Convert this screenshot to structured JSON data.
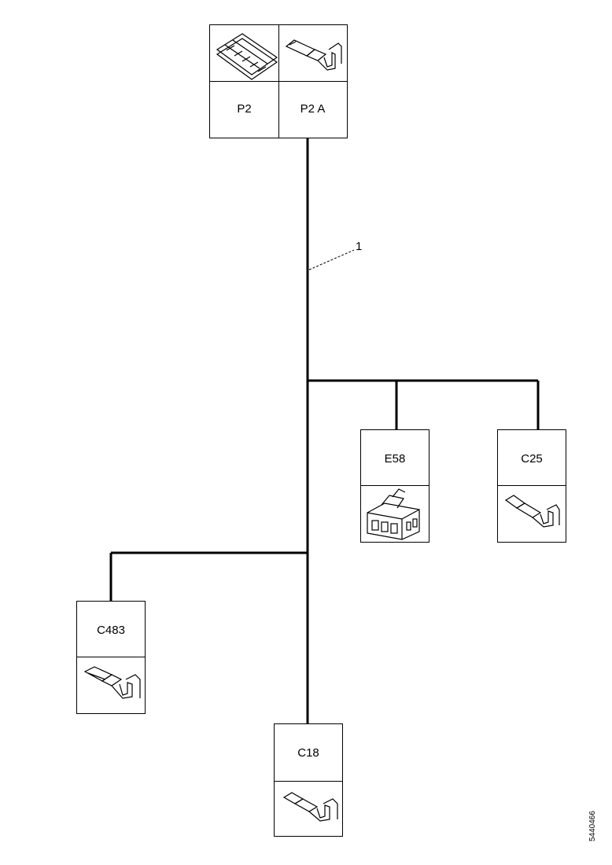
{
  "connectors": {
    "p2": {
      "label": "P2"
    },
    "p2a": {
      "label": "P2 A"
    },
    "e58": {
      "label": "E58"
    },
    "c25": {
      "label": "C25"
    },
    "c483": {
      "label": "C483"
    },
    "c18": {
      "label": "C18"
    }
  },
  "callout": {
    "label": "1"
  },
  "figure_id": "5440466",
  "icons": {
    "p2": "connector-housing-icon",
    "p2a": "terminal-pin-icon",
    "e58": "connector-block-icon",
    "c25": "terminal-pin-icon",
    "c483": "terminal-pin-icon",
    "c18": "terminal-pin-icon"
  }
}
